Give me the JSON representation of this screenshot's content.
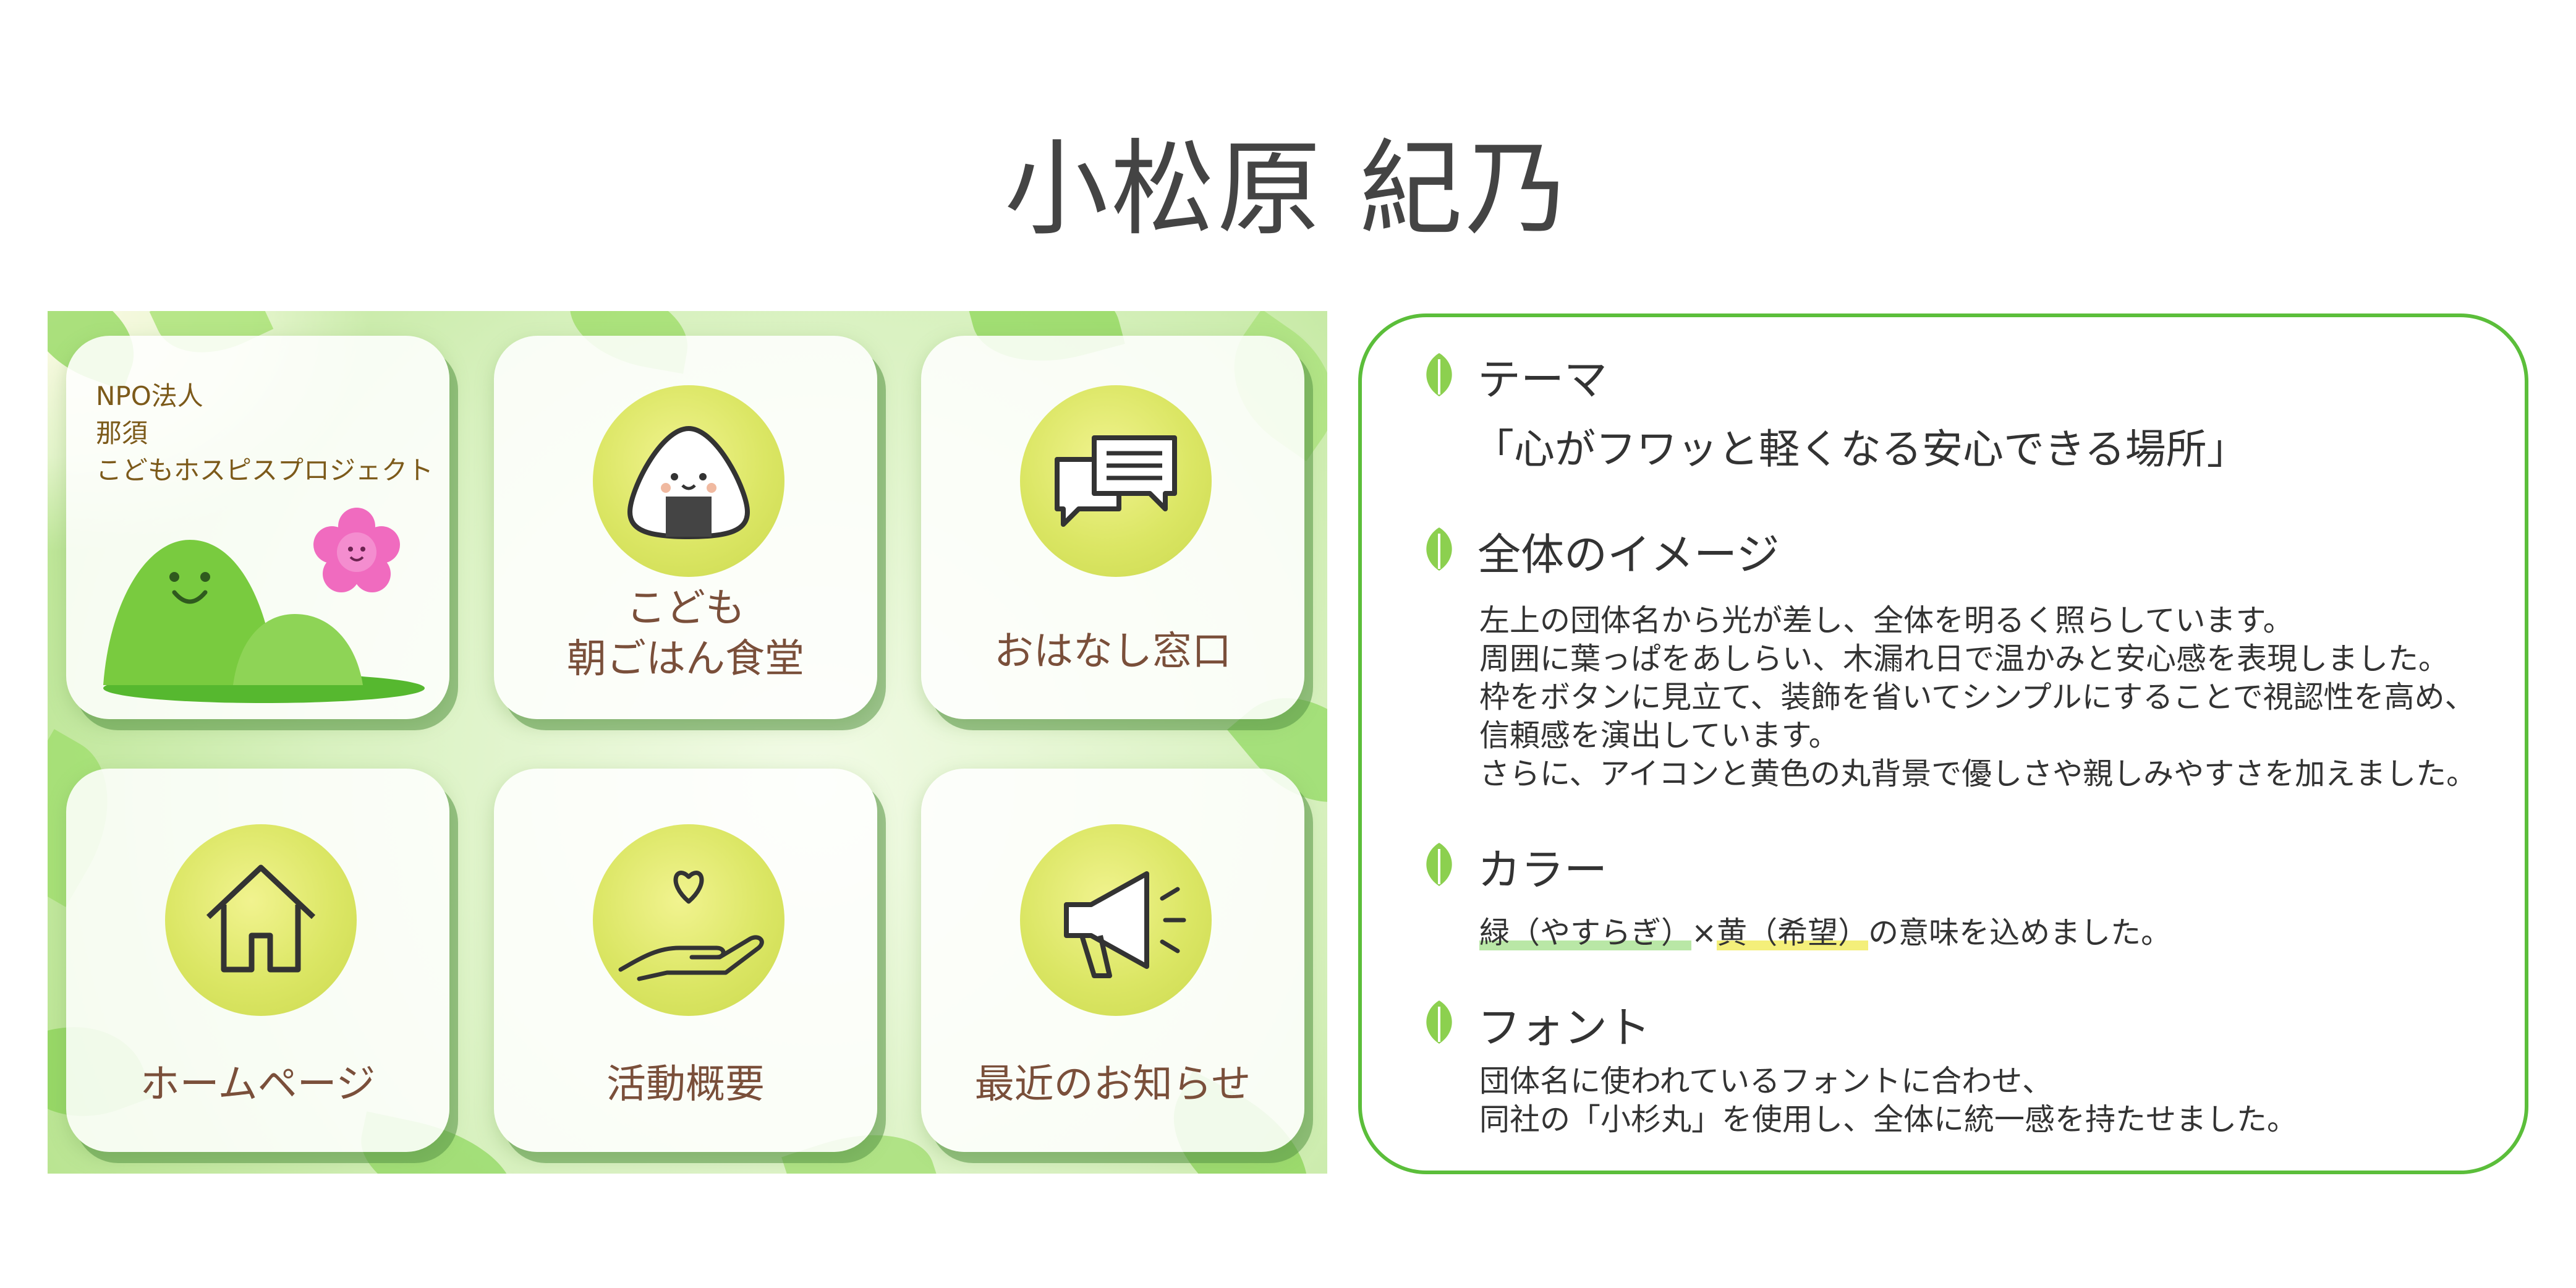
{
  "title": "小松原 紀乃",
  "panel": {
    "org_lines": [
      "NPO法人",
      "那須",
      "こどもホスピスプロジェクト"
    ],
    "cards": [
      {
        "label_lines": [
          "こども",
          "朝ごはん食堂"
        ],
        "icon": "onigiri-icon"
      },
      {
        "label_lines": [
          "おはなし窓口"
        ],
        "icon": "chat-bubbles-icon"
      },
      {
        "label_lines": [
          "ホームページ"
        ],
        "icon": "house-icon"
      },
      {
        "label_lines": [
          "活動概要"
        ],
        "icon": "heart-hand-icon"
      },
      {
        "label_lines": [
          "最近のお知らせ"
        ],
        "icon": "megaphone-icon"
      }
    ]
  },
  "description": {
    "sections": [
      {
        "heading": "テーマ",
        "body": [
          "「心がフワッと軽くなる安心できる場所」"
        ]
      },
      {
        "heading": "全体のイメージ",
        "body": [
          "左上の団体名から光が差し、全体を明るく照らしています。",
          "周囲に葉っぱをあしらい、木漏れ日で温かみと安心感を表現しました。",
          "枠をボタンに見立て、装飾を省いてシンプルにすることで視認性を高め、",
          "信頼感を演出しています。",
          "さらに、アイコンと黄色の丸背景で優しさや親しみやすさを加えました。"
        ]
      },
      {
        "heading": "カラー",
        "color_line": {
          "green": "緑（やすらぎ）",
          "times": "×",
          "yellow": "黄（希望）",
          "rest": "の意味を込めました。"
        }
      },
      {
        "heading": "フォント",
        "body": [
          "団体名に使われているフォントに合わせ、",
          "同社の「小杉丸」を使用し、全体に統一感を持たせました。"
        ]
      }
    ]
  },
  "colors": {
    "accent_green": "#5bbe3a",
    "label_brown": "#7a4f3a",
    "circle_yellow": "#dbe664"
  }
}
